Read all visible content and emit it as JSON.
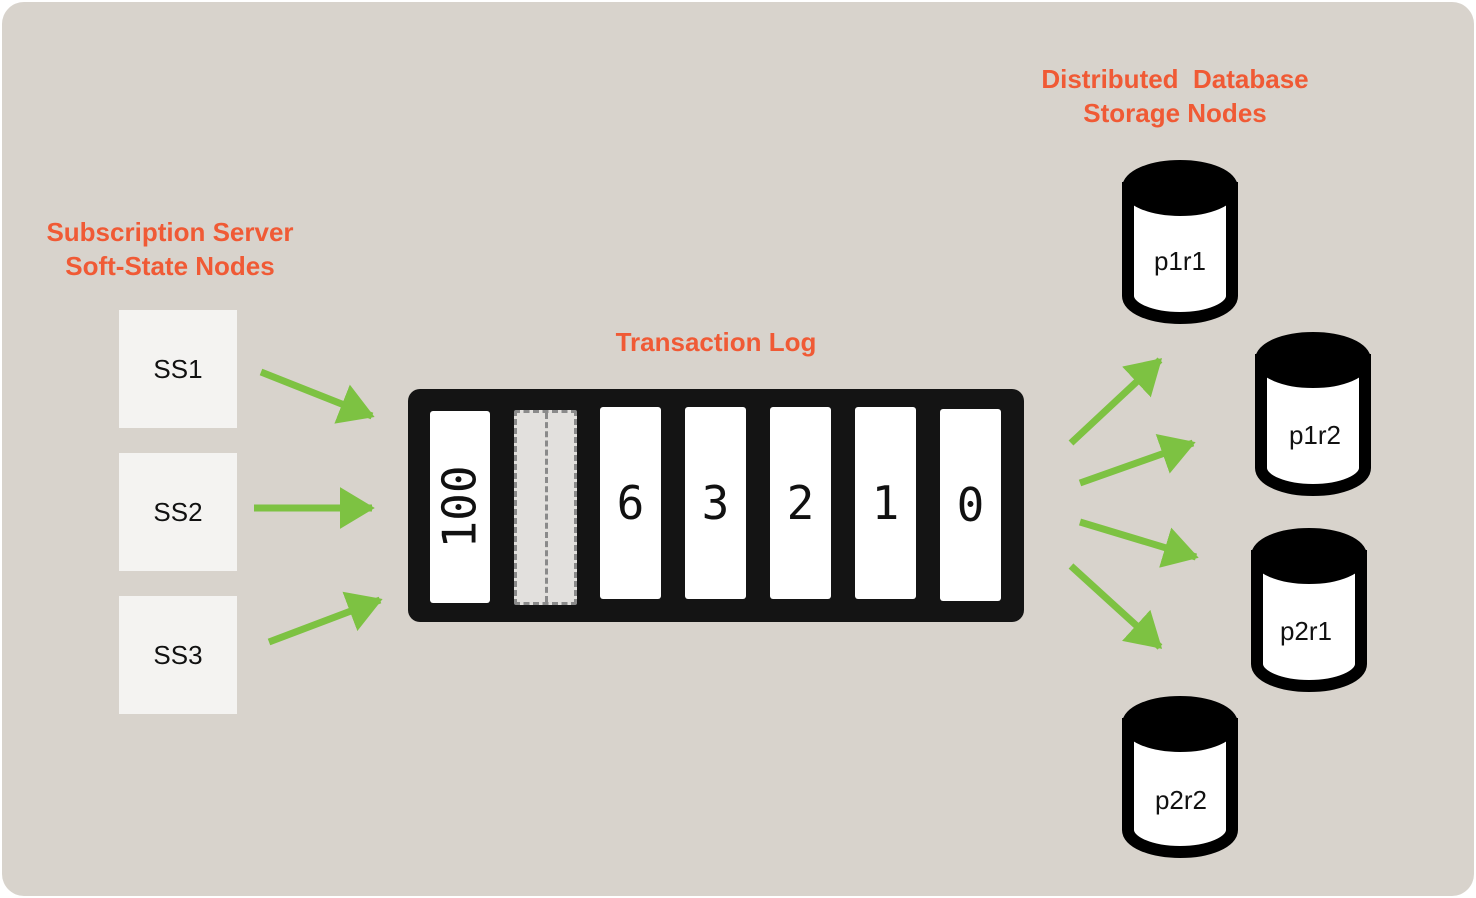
{
  "labels": {
    "subscription": "Subscription Server\nSoft-State Nodes",
    "transaction_log": "Transaction Log",
    "storage": "Distributed  Database\nStorage Nodes"
  },
  "subscription_nodes": [
    "SS1",
    "SS2",
    "SS3"
  ],
  "log_entries": [
    "100",
    "",
    "6",
    "3",
    "2",
    "1",
    "0"
  ],
  "storage_nodes": [
    "p1r1",
    "p1r2",
    "p2r1",
    "p2r2"
  ],
  "colors": {
    "background": "#d8d3cc",
    "label": "#f05a35",
    "arrow": "#7dc242",
    "log": "#141414"
  }
}
